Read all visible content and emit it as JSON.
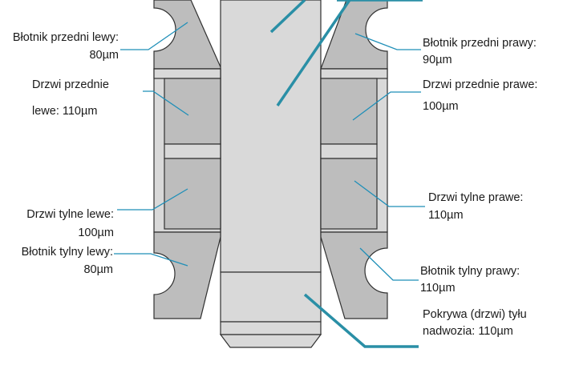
{
  "colors": {
    "body_fill": "#bdbdbd",
    "body_light": "#d9d9d9",
    "outline": "#303030",
    "leader_thin": "#1f8fb8",
    "leader_thick": "#2a8fa6"
  },
  "labels": {
    "front_left_fender": {
      "line1": "Błotnik przedni lewy:",
      "line2": "80µm"
    },
    "front_right_fender": {
      "line1": "Błotnik przedni prawy:",
      "line2": "90µm"
    },
    "front_left_door": {
      "line1": "Drzwi przednie",
      "line2": "lewe: 110µm"
    },
    "front_right_door": {
      "line1": "Drzwi przednie prawe:",
      "line2": "100µm"
    },
    "rear_left_door": {
      "line1": "Drzwi tylne lewe:",
      "line2": "100µm"
    },
    "rear_right_door": {
      "line1": "Drzwi tylne prawe:",
      "line2": "110µm"
    },
    "rear_left_fender": {
      "line1": "Błotnik tylny lewy:",
      "line2": "80µm"
    },
    "rear_right_fender": {
      "line1": "Błotnik tylny prawy:",
      "line2": "110µm"
    },
    "tailgate": {
      "line1": "Pokrywa (drzwi) tyłu",
      "line2": "nadwozia: 110µm"
    }
  }
}
